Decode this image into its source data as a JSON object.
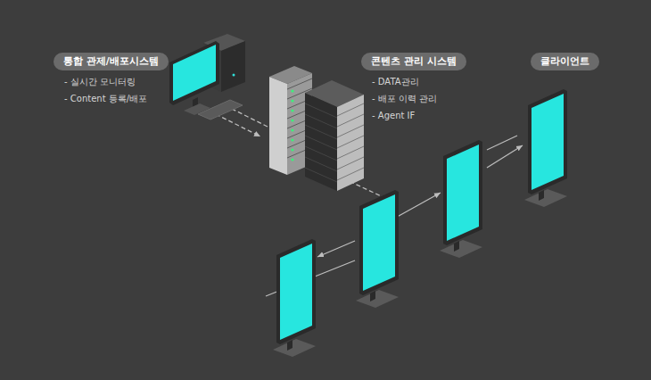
{
  "diagram": {
    "nodes": [
      {
        "text": [
          "통합 관제/배포시스템",
          "- 실시간 모니터링",
          "- Content 등록/배포"
        ]
      },
      {
        "text": [
          "콘텐츠 관리 시스템",
          "- DATA관리",
          "- 배포 이력 관리",
          "- Agent IF"
        ]
      },
      {
        "text": [
          "클라이언트"
        ]
      }
    ]
  }
}
